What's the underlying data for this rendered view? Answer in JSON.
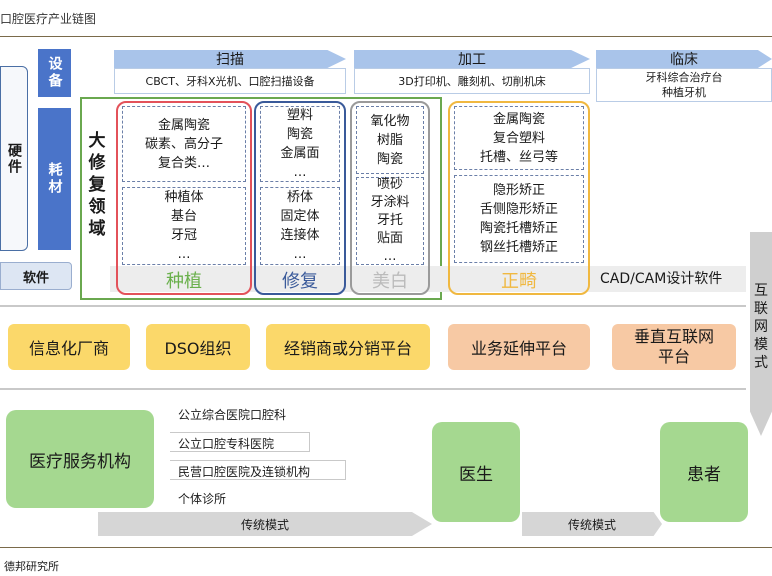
{
  "title": "口腔医疗产业链图",
  "hardware": {
    "label": "硬件",
    "equipment": "设备",
    "consumables": "耗材"
  },
  "software": "软件",
  "stages": [
    {
      "header": "扫描",
      "detail": "CBCT、牙科X光机、口腔扫描设备"
    },
    {
      "header": "加工",
      "detail": "3D打印机、雕刻机、切削机床"
    },
    {
      "header": "临床",
      "detail_lines": [
        "牙科综合治疗台",
        "种植牙机"
      ]
    }
  ],
  "major_field": [
    "大",
    "修",
    "复",
    "领",
    "域"
  ],
  "categories": [
    {
      "name": "种植",
      "color": "#e3525a",
      "top": [
        "金属陶瓷",
        "碳素、高分子",
        "复合类…"
      ],
      "bottom": [
        "种植体",
        "基台",
        "牙冠",
        "…"
      ]
    },
    {
      "name": "修复",
      "color": "#3a5a9a",
      "top": [
        "塑料",
        "陶瓷",
        "金属面",
        "…"
      ],
      "bottom": [
        "桥体",
        "固定体",
        "连接体",
        "…"
      ]
    },
    {
      "name": "美白",
      "color": "#9a9a9a",
      "top": [
        "氧化物",
        "树脂",
        "陶瓷"
      ],
      "bottom": [
        "喷砂",
        "牙涂料",
        "牙托",
        "贴面",
        "…"
      ]
    },
    {
      "name": "正畸",
      "color": "#f0b840",
      "top": [
        "金属陶瓷",
        "复合塑料",
        "托槽、丝弓等"
      ],
      "bottom": [
        "隐形矫正",
        "舌侧隐形矫正",
        "陶瓷托槽矫正",
        "钢丝托槽矫正"
      ]
    }
  ],
  "cadcam": "CAD/CAM设计软件",
  "internet_mode": [
    "互",
    "联",
    "网",
    "模",
    "式"
  ],
  "organizations": [
    "信息化厂商",
    "DSO组织",
    "经销商或分销平台",
    "业务延伸平台",
    "垂直互联网平台"
  ],
  "medical_institutions": "医疗服务机构",
  "hospital_types": [
    "公立综合医院口腔科",
    "公立口腔专科医院",
    "民营口腔医院及连锁机构",
    "个体诊所"
  ],
  "doctor": "医生",
  "patient": "患者",
  "traditional_mode_1": "传统模式",
  "traditional_mode_2": "传统模式",
  "source": "德邦研究所"
}
